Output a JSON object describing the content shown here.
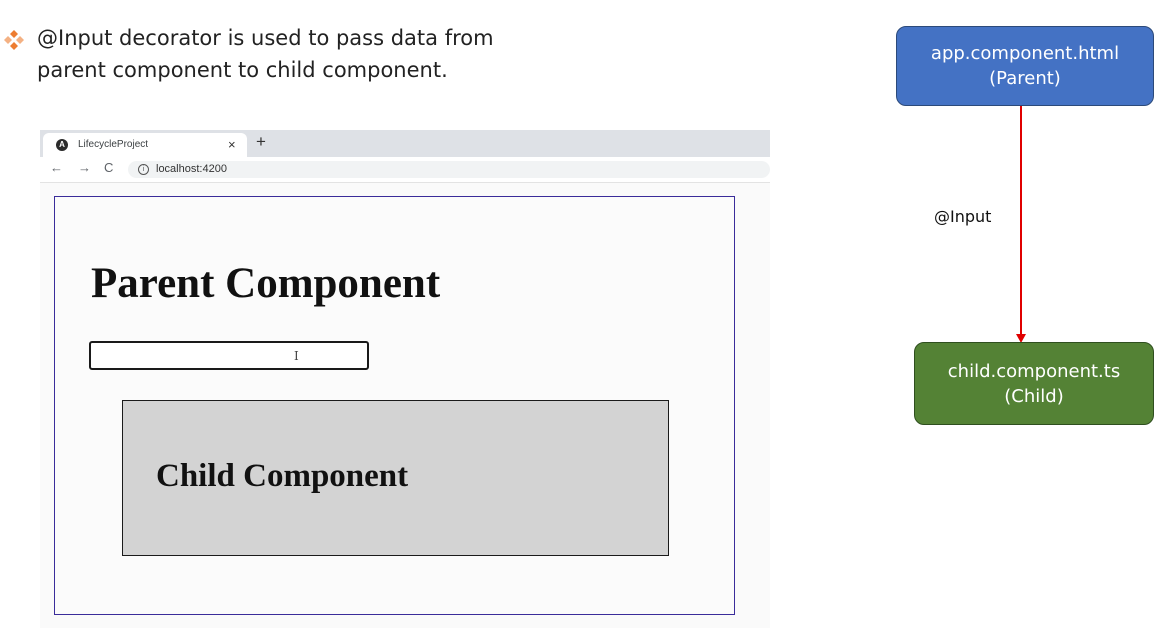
{
  "bullet": {
    "icon": "diamond-bullet-icon",
    "line1": "@Input decorator is used to pass data from",
    "line2": "parent component to child component.",
    "color": "#ed7d31"
  },
  "browser": {
    "tab_title": "LifecycleProject",
    "tab_close": "×",
    "new_tab": "+",
    "back": "←",
    "forward": "→",
    "reload": "C",
    "info": "i",
    "url": "localhost:4200",
    "parent_heading": "Parent Component",
    "child_heading": "Child Component",
    "cursor": "I"
  },
  "diagram": {
    "parent_node": {
      "line1": "app.component.html",
      "line2": "(Parent)",
      "color": "#4472c4"
    },
    "child_node": {
      "line1": "child.component.ts",
      "line2": "(Child)",
      "color": "#548235"
    },
    "edge_label": "@Input",
    "edge_color": "#e00000"
  }
}
